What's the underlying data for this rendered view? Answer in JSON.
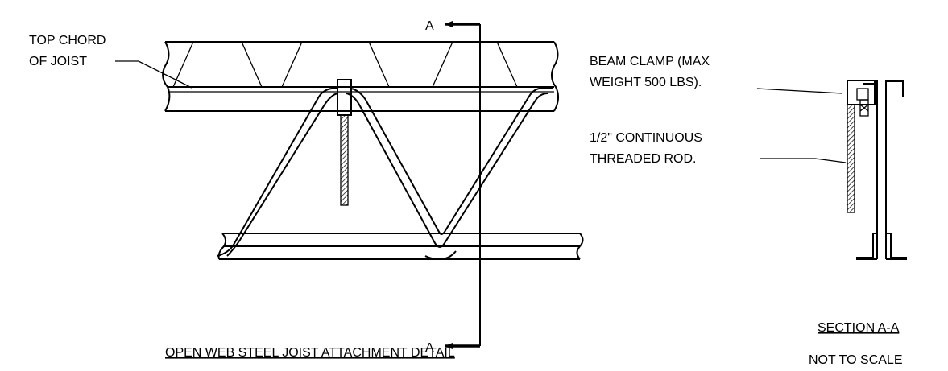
{
  "labels": {
    "top_chord": [
      "TOP CHORD",
      "OF JOIST"
    ],
    "beam_clamp": [
      "BEAM CLAMP (MAX",
      "WEIGHT 500 LBS)."
    ],
    "threaded_rod": [
      "1/2\" CONTINUOUS",
      "THREADED ROD."
    ],
    "section_mark_top": "A",
    "section_mark_bottom": "A",
    "detail_title": "OPEN WEB STEEL JOIST ATTACHMENT DETAIL",
    "section_title": "SECTION A-A",
    "scale_note": "NOT TO SCALE"
  }
}
